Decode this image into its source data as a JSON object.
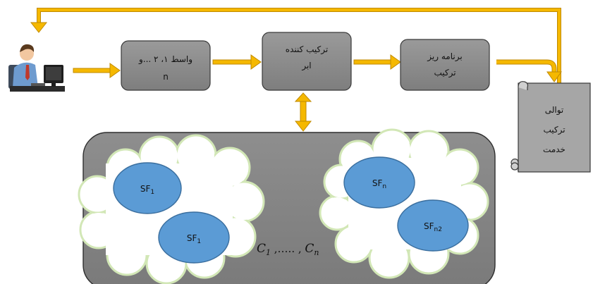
{
  "colors": {
    "arrow": "#F5B800",
    "arrow_stroke": "#C08A00",
    "box_fill": "#8C8C8C",
    "box_stroke": "#3A3A3A",
    "cloud_fill": "#FFFFFF",
    "cloud_stroke": "#D2E7B6",
    "ellipse_fill": "#5B9BD5",
    "ellipse_stroke": "#3A6E9E",
    "scroll_fill": "#A6A6A6"
  },
  "user": {
    "icon": "user-at-computer-icon"
  },
  "boxes": {
    "interface": {
      "line1": "واسط ۱، ۲ ...و",
      "line2": "n"
    },
    "composer": {
      "line1": "ترکیب کننده",
      "line2": "ابر"
    },
    "planner": {
      "line1": "برنامه ریز",
      "line2": "ترکیب"
    }
  },
  "scroll": {
    "line1": "توالی",
    "line2": "ترکیب",
    "line3": "خدمت"
  },
  "cloud_left": {
    "sf_top": {
      "base": "SF",
      "sub": "1"
    },
    "sf_bottom": {
      "base": "SF",
      "sub": "1"
    }
  },
  "cloud_right": {
    "sf_top": {
      "base": "SF",
      "sub": "n"
    },
    "sf_bottom": {
      "base": "SF",
      "sub": "n2"
    }
  },
  "formula": {
    "c": "C",
    "sub1": "1",
    "dots": " ,….. , ",
    "subn": "n"
  }
}
